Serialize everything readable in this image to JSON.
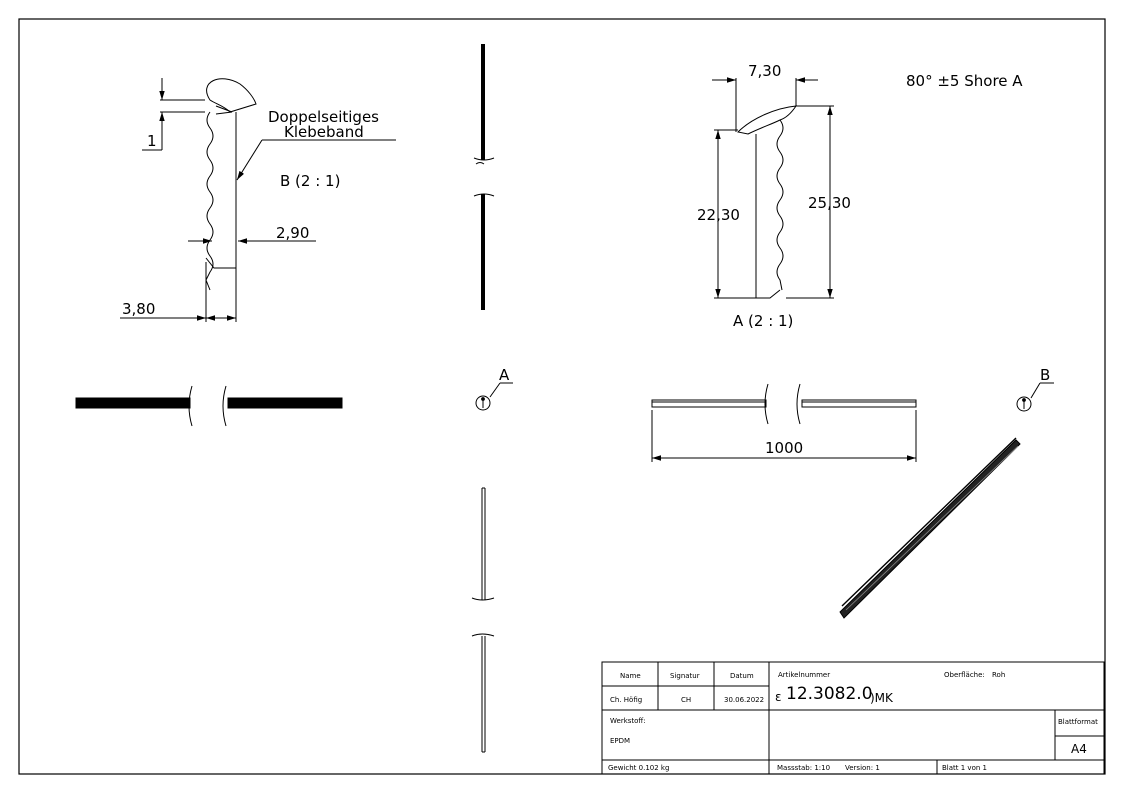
{
  "notes": {
    "hardness": "80° ±5 Shore A",
    "tape_line1": "Doppelseitiges",
    "tape_line2": "Klebeband"
  },
  "views": {
    "detail_b_label": "B (2 : 1)",
    "detail_a_label": "A (2 : 1)",
    "section_a_marker": "A",
    "section_b_marker": "B"
  },
  "dimensions": {
    "d_1": "1",
    "d_2_90": "2,90",
    "d_3_80": "3,80",
    "d_7_30": "7,30",
    "d_22_30": "22,30",
    "d_25_30": "25,30",
    "d_1000": "1000"
  },
  "title_block": {
    "headers": {
      "name": "Name",
      "signature": "Signatur",
      "date": "Datum"
    },
    "row": {
      "name": "Ch. Höfig",
      "signature": "CH",
      "date": "30.06.2022"
    },
    "article_label": "Artikelnummer",
    "article_prefix": "ε",
    "article_number": "12.3082.0",
    "article_suffix": ")MK",
    "surface_label": "Oberfläche:",
    "surface_value": "Roh",
    "material_label": "Werkstoff:",
    "material_value": "EPDM",
    "sheet_format_label": "Blattformat",
    "sheet_format_value": "A4",
    "weight": "Gewicht 0.102 kg",
    "scale": "Massstab: 1:10",
    "version": "Version: 1",
    "sheet": "Blatt 1 von 1"
  },
  "colors": {
    "line": "#000000",
    "paper": "#ffffff"
  }
}
